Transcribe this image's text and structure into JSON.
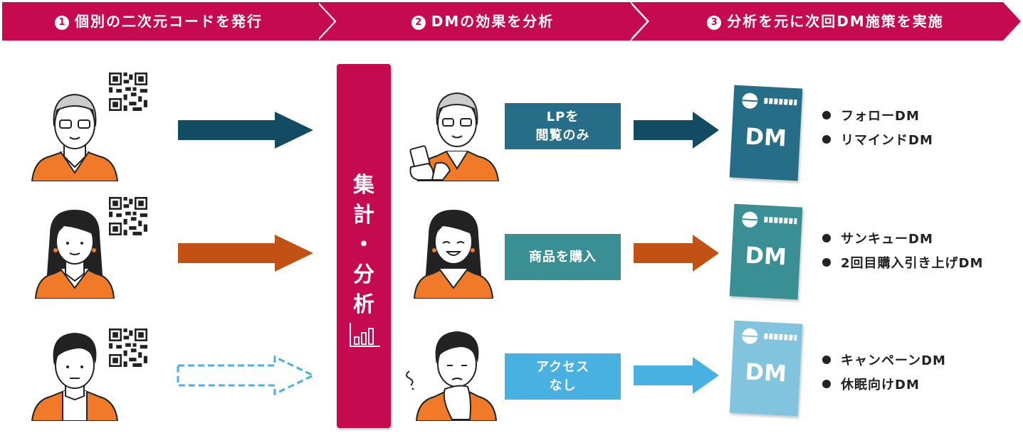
{
  "header": {
    "steps": [
      {
        "number": "1",
        "label": "個別の二次元コードを発行"
      },
      {
        "number": "2",
        "label": "DMの効果を分析"
      },
      {
        "number": "3",
        "label": "分析を元に次回DM施策を実施"
      }
    ],
    "color": "#c50a50"
  },
  "aggregation": {
    "label_lines": [
      "集",
      "計",
      "・",
      "分",
      "析"
    ],
    "icon": "bar-chart-icon",
    "color": "#c50a50"
  },
  "customers": [
    {
      "name": "senior-man",
      "qr_icon": "qr-code-icon",
      "arrow_style": "solid",
      "arrow_color": "#134b63"
    },
    {
      "name": "woman",
      "qr_icon": "qr-code-icon",
      "arrow_style": "solid",
      "arrow_color": "#c25116"
    },
    {
      "name": "young-man",
      "qr_icon": "qr-code-icon",
      "arrow_style": "dashed",
      "arrow_color": "#49b1e1"
    }
  ],
  "outcomes": [
    {
      "label": "LPを\n閲覧のみ",
      "color": "#266d87",
      "arrow_color": "#134b63",
      "dm_color": "#266d87",
      "dm_label": "DM",
      "actions": [
        "フォローDM",
        "リマインドDM"
      ]
    },
    {
      "label": "商品を購入",
      "color": "#3a8f94",
      "arrow_color": "#c25116",
      "dm_color": "#3a8f94",
      "dm_label": "DM",
      "actions": [
        "サンキューDM",
        "2回目購入引き上げDM"
      ]
    },
    {
      "label": "アクセス\nなし",
      "color": "#49b1e1",
      "arrow_color": "#49b1e1",
      "dm_color": "#82c3de",
      "dm_label": "DM",
      "actions": [
        "キャンペーンDM",
        "休眠向けDM"
      ]
    }
  ]
}
